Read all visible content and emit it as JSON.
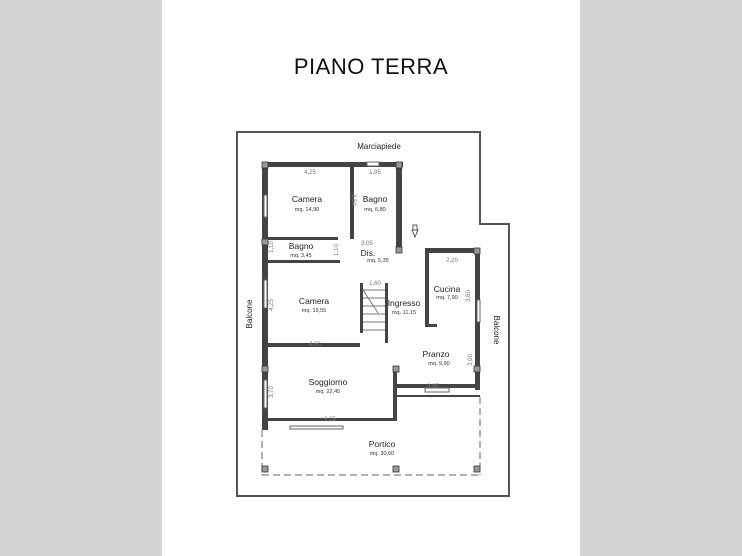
{
  "title": "PIANO TERRA",
  "outside": {
    "top": "Marciapiede",
    "left": "Balcone",
    "right": "Balcone"
  },
  "rooms": [
    {
      "name": "Camera",
      "area": "mq. 14,90"
    },
    {
      "name": "Bagno",
      "area": "mq. 6,80"
    },
    {
      "name": "Bagno",
      "area": "mq. 3,45"
    },
    {
      "name": "Dis.",
      "area": "mq. 5,35"
    },
    {
      "name": "Camera",
      "area": "mq. 19,55"
    },
    {
      "name": "Ingresso",
      "area": "mq. 11,15"
    },
    {
      "name": "Cucina",
      "area": "mq. 7,90"
    },
    {
      "name": "Pranzo",
      "area": "mq. 9,90"
    },
    {
      "name": "Soggiorno",
      "area": "mq. 22,45"
    },
    {
      "name": "Portico",
      "area": "mq. 30,60"
    }
  ],
  "dimensions": [
    "4,25",
    "1,95",
    "3,50",
    "3,05",
    "1,10",
    "1,10",
    "1,60",
    "2,20",
    "3,60",
    "4,25",
    "4,60",
    "3,00",
    "3,70",
    "3,95",
    "6,25"
  ]
}
